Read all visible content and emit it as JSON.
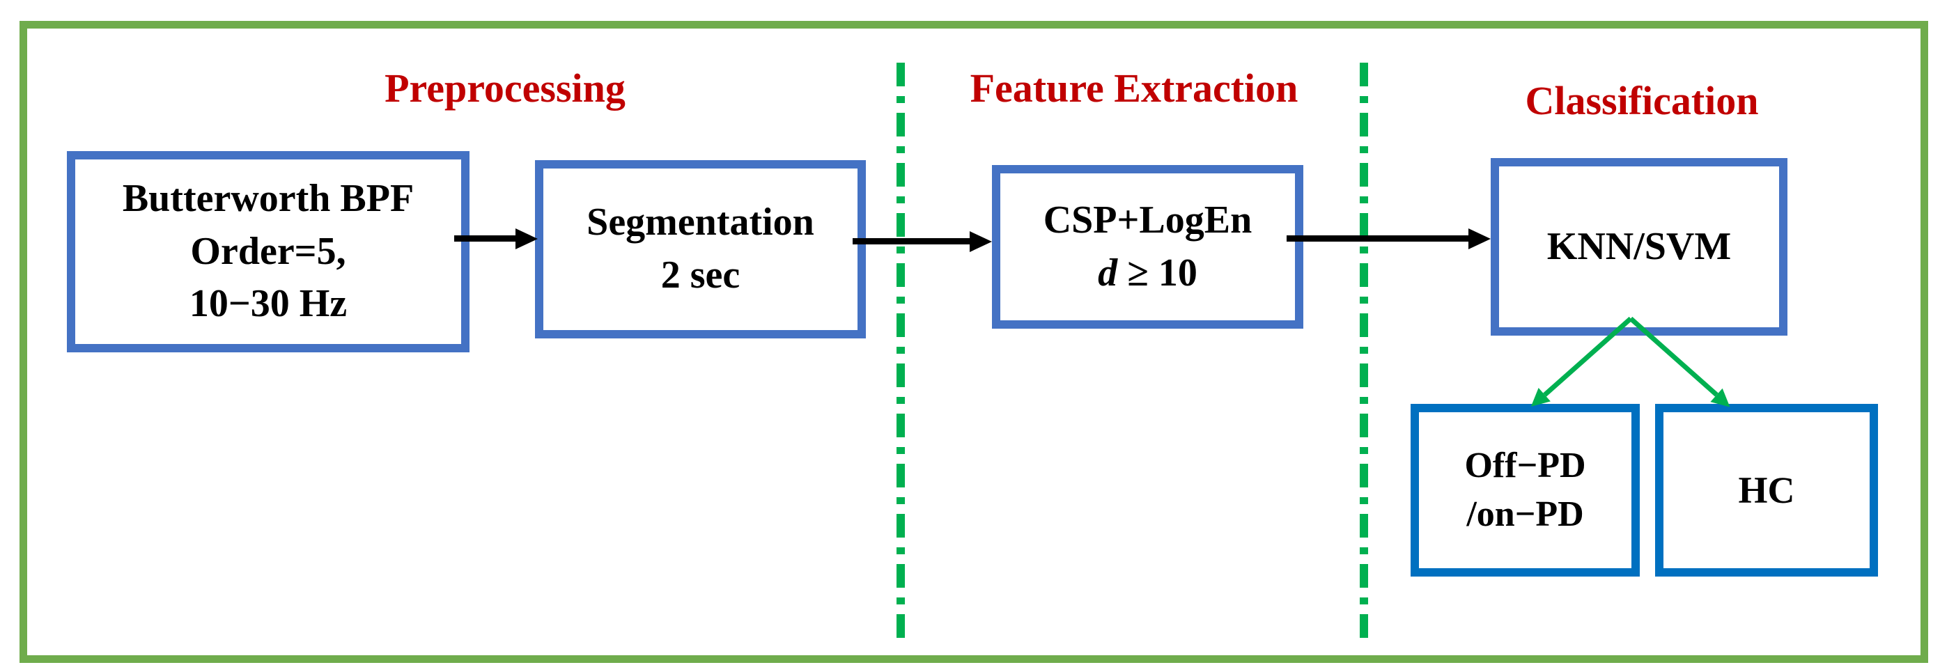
{
  "stage_titles": {
    "preprocessing": "Preprocessing",
    "feature_extraction": "Feature Extraction",
    "classification": "Classification"
  },
  "boxes": {
    "butterworth": {
      "lines": [
        "Butterworth BPF",
        "Order=5,",
        "10−30 Hz"
      ]
    },
    "segmentation": {
      "lines": [
        "Segmentation",
        "2 sec"
      ]
    },
    "csp_logen": {
      "lines": [
        "CSP+LogEn",
        "d ≥ 10"
      ]
    },
    "knn_svm": {
      "lines": [
        "KNN/SVM"
      ]
    },
    "off_on_pd": {
      "lines": [
        "Off−PD",
        "/on−PD"
      ]
    },
    "hc": {
      "lines": [
        "HC"
      ]
    }
  },
  "colors": {
    "frame_green": "#6FAC4C",
    "divider_green": "#00B050",
    "green_arrow": "#00B050",
    "black_arrow": "#000000",
    "upper_box_border_blue": "#4472C4",
    "lower_box_border_blue": "#0070C0",
    "stage_title_red": "#C00000",
    "box_text_black": "#000000",
    "background": "#FFFFFF"
  }
}
